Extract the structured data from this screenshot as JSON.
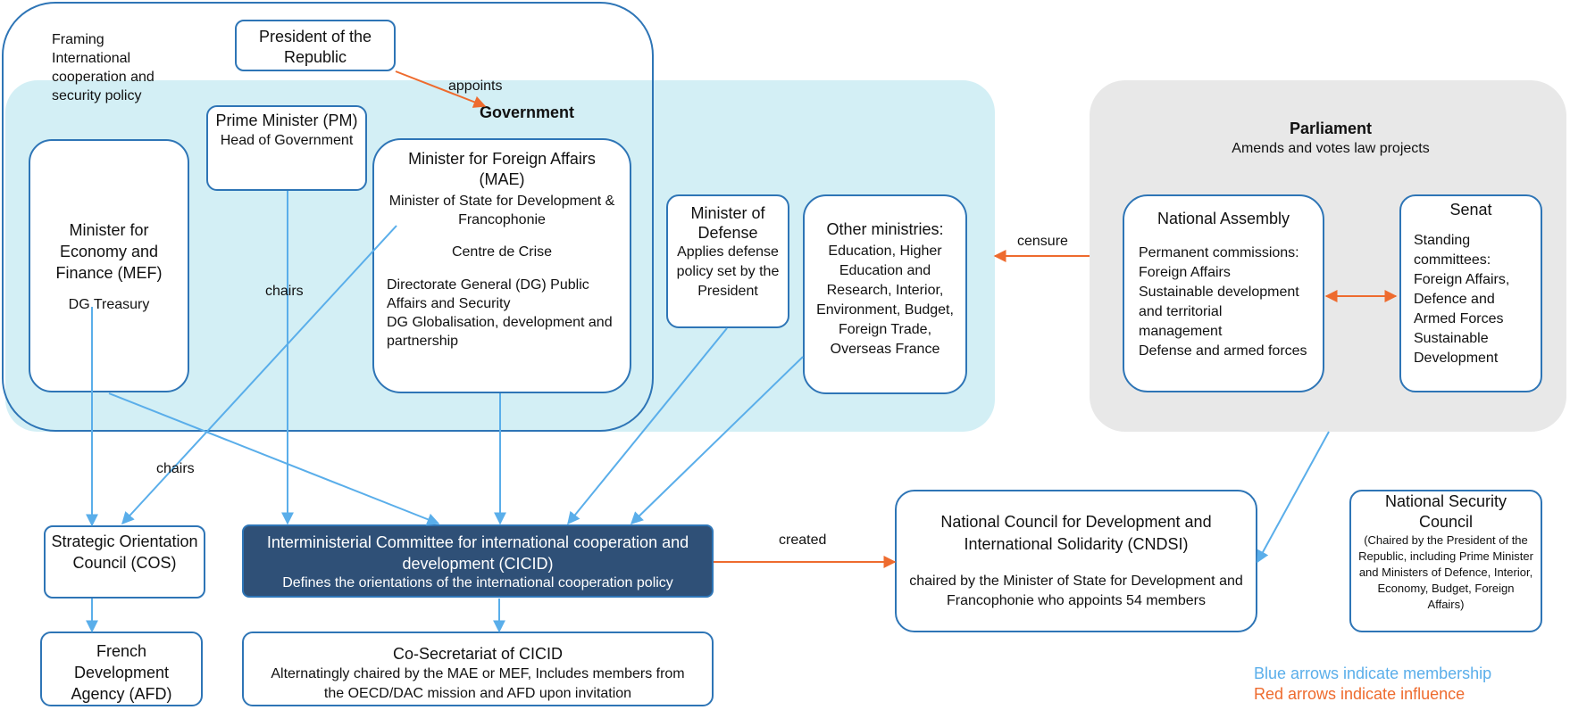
{
  "colors": {
    "membership": "#5aaeea",
    "influence": "#ee6b2e",
    "box_border": "#2e75b6",
    "government_bg": "#d3eff5",
    "parliament_bg": "#e8e8e8",
    "cicid_bg": "#2f5077"
  },
  "framing_note": [
    "Framing",
    "International",
    "cooperation and",
    "security policy"
  ],
  "president": {
    "title": "President of the Republic"
  },
  "government": {
    "title": "Government"
  },
  "mef": {
    "title": "Minister for Economy and Finance (MEF)",
    "sub": "DG Treasury"
  },
  "pm": {
    "title": "Prime Minister (PM)",
    "sub": "Head of Government"
  },
  "mae": {
    "title": "Minister for Foreign Affairs (MAE)",
    "sub1": "Minister of State for Development & Francophonie",
    "sub2": "Centre de Crise",
    "sub3": [
      "Directorate General (DG) Public Affairs and Security",
      "DG Globalisation, development and partnership"
    ]
  },
  "defense": {
    "title": "Minister of Defense",
    "sub": "Applies defense policy set by the President"
  },
  "other_ministries": {
    "title": "Other ministries:",
    "sub": "Education, Higher Education and Research, Interior, Environment, Budget, Foreign Trade, Overseas France"
  },
  "parliament": {
    "title": "Parliament",
    "sub": "Amends and votes law projects"
  },
  "national_assembly": {
    "title": "National Assembly",
    "items": [
      "Permanent commissions:",
      "Foreign Affairs",
      "Sustainable development and territorial management",
      "Defense and armed forces"
    ]
  },
  "senat": {
    "title": "Senat",
    "items": [
      "Standing committees:",
      "Foreign Affairs, Defence and Armed Forces",
      "Sustainable Development"
    ]
  },
  "cos": {
    "title": "Strategic Orientation Council (COS)"
  },
  "cicid": {
    "title": "Interministerial Committee for international cooperation and development (CICID)",
    "sub": "Defines the orientations of the international cooperation policy"
  },
  "afd": {
    "title": "French Development Agency (AFD)"
  },
  "cosecretariat": {
    "title": "Co-Secretariat of CICID",
    "sub": "Alternatingly chaired by the MAE or MEF, Includes members from the OECD/DAC mission and AFD upon invitation"
  },
  "cndsi": {
    "title": "National Council for Development and International Solidarity (CNDSI)",
    "sub": "chaired by the Minister of State for Development and Francophonie who appoints 54 members"
  },
  "nsc": {
    "title": "National Security Council",
    "sub": "(Chaired by the President of the Republic,  including Prime Minister and Ministers of Defence, Interior, Economy, Budget, Foreign Affairs)"
  },
  "edge_labels": {
    "appoints": "appoints",
    "chairs_pm": "chairs",
    "chairs_mae": "chairs",
    "censure": "censure",
    "created": "created"
  },
  "legend": {
    "blue": "Blue arrows indicate membership",
    "red": "Red arrows indicate influence"
  }
}
